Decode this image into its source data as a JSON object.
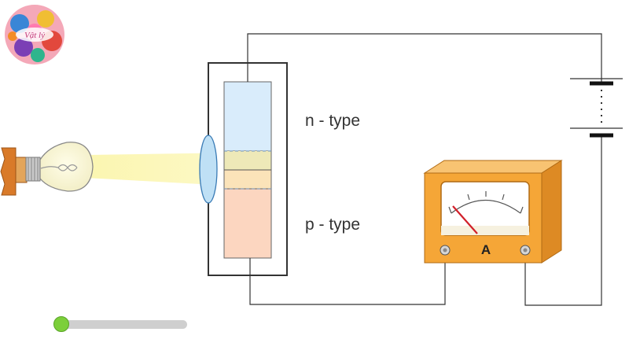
{
  "logo": {
    "text": "Vật lý"
  },
  "labels": {
    "n_type": "n - type",
    "p_type": "p - type",
    "ammeter": "A"
  },
  "slider": {
    "value": 0.0
  },
  "colors": {
    "n_region": "#d9ecfb",
    "p_region": "#fcd6c0",
    "junction": "#fff3c4",
    "light_beam": "#fbf6b4",
    "meter_body": "#f5a637",
    "knob": "#7ccf3a"
  },
  "icons": [
    "light-bulb-icon",
    "lens-icon",
    "battery-icon",
    "ammeter-icon",
    "logo-icon"
  ]
}
